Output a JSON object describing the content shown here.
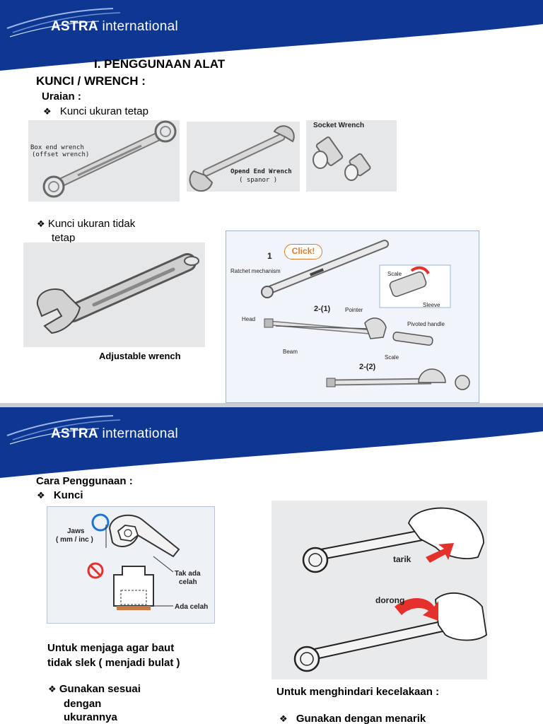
{
  "slide1": {
    "brand": {
      "bold": "ASTRA",
      "thin": "international"
    },
    "title": "I.  PENGGUNAAN ALAT",
    "subtitle": "KUNCI / WRENCH :",
    "uraian": "Uraian  :",
    "bullet_glyph": "❖",
    "bullet1": "Kunci ukuran tetap",
    "bullet2_line1": " Kunci ukuran tidak",
    "bullet2_line2": "tetap",
    "image_labels": {
      "box_end_1": "Box end wrench",
      "box_end_2": "(offset wrench)",
      "open_end_1": "Opend End Wrench",
      "open_end_2": "( spanor )",
      "socket": "Socket Wrench",
      "adjustable": "Adjustable wrench"
    },
    "torque_labels": {
      "num1": "1",
      "click": "Click!",
      "ratchet": "Ratchet mechanism",
      "scale": "Scale",
      "sleeve": "Sleeve",
      "num21": "2-(1)",
      "pointer": "Pointer",
      "head": "Head",
      "pivoted": "Pivoted handle",
      "beam": "Beam",
      "scale2": "Scale",
      "num22": "2-(2)"
    }
  },
  "slide2": {
    "brand": {
      "bold": "ASTRA",
      "thin": "international"
    },
    "heading": "Cara Penggunaan  :",
    "bullet_glyph": "❖",
    "kunci": "Kunci",
    "diagram_labels": {
      "jaws_1": "Jaws",
      "jaws_2": "( mm / inc )",
      "tak_ada_1": "Tak ada",
      "tak_ada_2": "celah",
      "ada_celah": "Ada celah"
    },
    "left_text_1": "Untuk menjaga agar baut",
    "left_text_2": "tidak slek ( menjadi bulat )",
    "left_bullet_1": "  Gunakan sesuai",
    "left_bullet_2": "dengan",
    "left_bullet_3": "ukurannya",
    "photo_labels": {
      "tarik": "tarik",
      "dorong": "dorong"
    },
    "right_text": "Untuk menghindari kecelakaan :",
    "right_bullet": "Gunakan dengan menarik"
  },
  "colors": {
    "banner": "#0d3791",
    "accent_red": "#e4312b",
    "ring_blue": "#1e73d6"
  }
}
